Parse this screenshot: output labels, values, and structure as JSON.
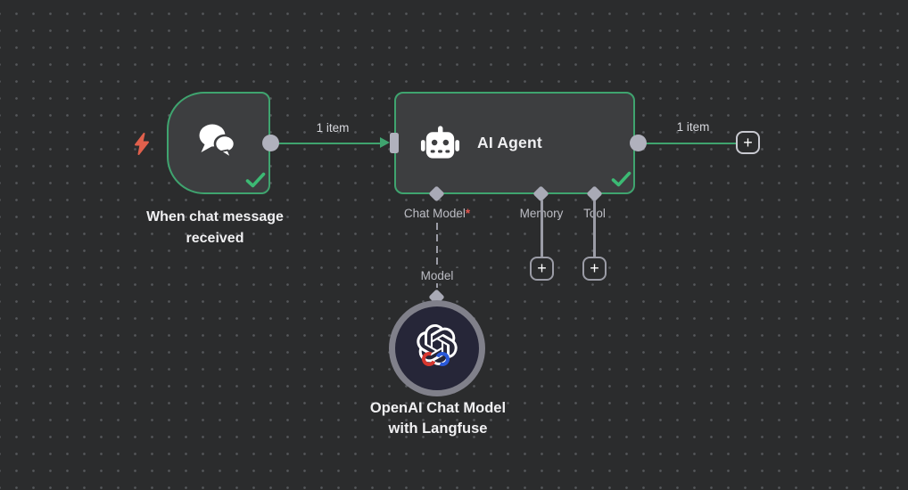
{
  "canvas": {
    "colors": {
      "background": "#2b2c2d",
      "grid_dot": "#55585b",
      "node_fill": "#3d3e40",
      "success_green": "#3fa46f",
      "checkmark_green": "#3cba74",
      "connector_gray": "#b0b1bd",
      "line_gray": "#9b9ca6",
      "label_gray": "#bcbdc4",
      "required_red": "#e4554e",
      "bolt_orange": "#e0604c",
      "model_ring_gray": "#80808a",
      "model_inner_navy": "#262638"
    }
  },
  "nodes": {
    "trigger": {
      "title_line1": "When chat message",
      "title_line2": "received",
      "icon": "chat-bubbles-icon",
      "status": "success"
    },
    "agent": {
      "title": "AI Agent",
      "icon": "robot-icon",
      "status": "success",
      "sub_ports": [
        {
          "label": "Chat Model",
          "required": "*"
        },
        {
          "label": "Memory",
          "required": ""
        },
        {
          "label": "Tool",
          "required": ""
        }
      ]
    },
    "model": {
      "title_line1": "OpenAI Chat Model",
      "title_line2": "with Langfuse",
      "icon": "openai-logo-icon"
    }
  },
  "edges": {
    "trigger_to_agent": {
      "label": "1 item"
    },
    "agent_to_next": {
      "label": "1 item"
    },
    "model_to_agent": {
      "label": "Model"
    }
  },
  "controls": {
    "add_node_label": "+"
  }
}
